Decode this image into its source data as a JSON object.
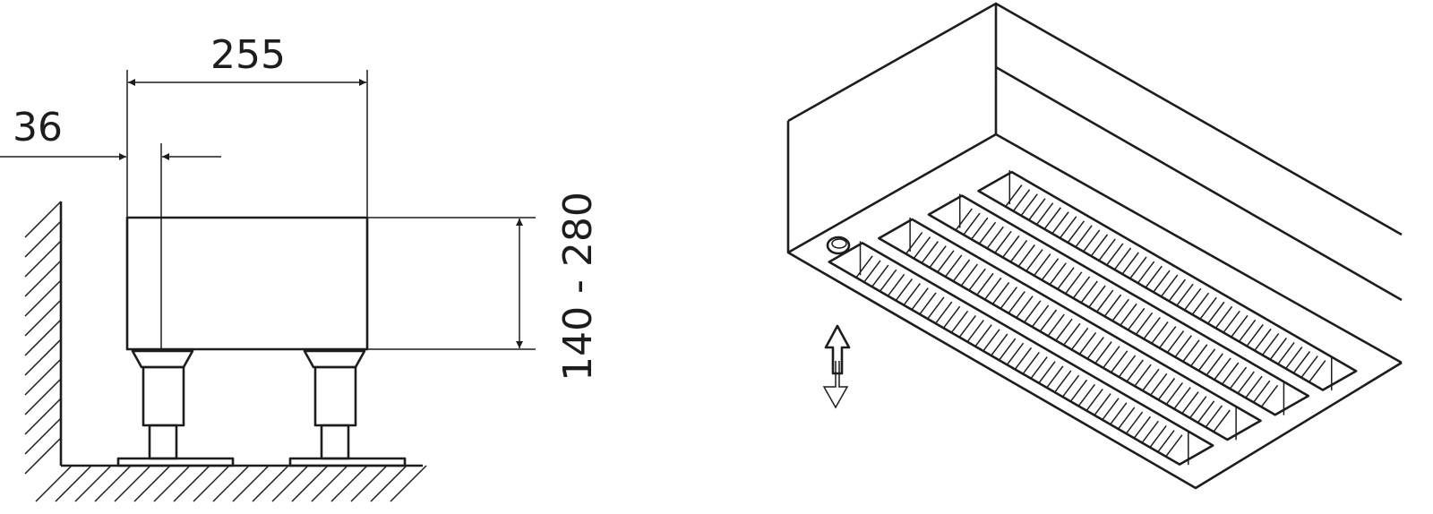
{
  "dimensions": {
    "width_label": "255",
    "offset_label": "36",
    "height_label": "140 - 280"
  },
  "colors": {
    "line": "#1d1d1b",
    "background": "#ffffff"
  }
}
